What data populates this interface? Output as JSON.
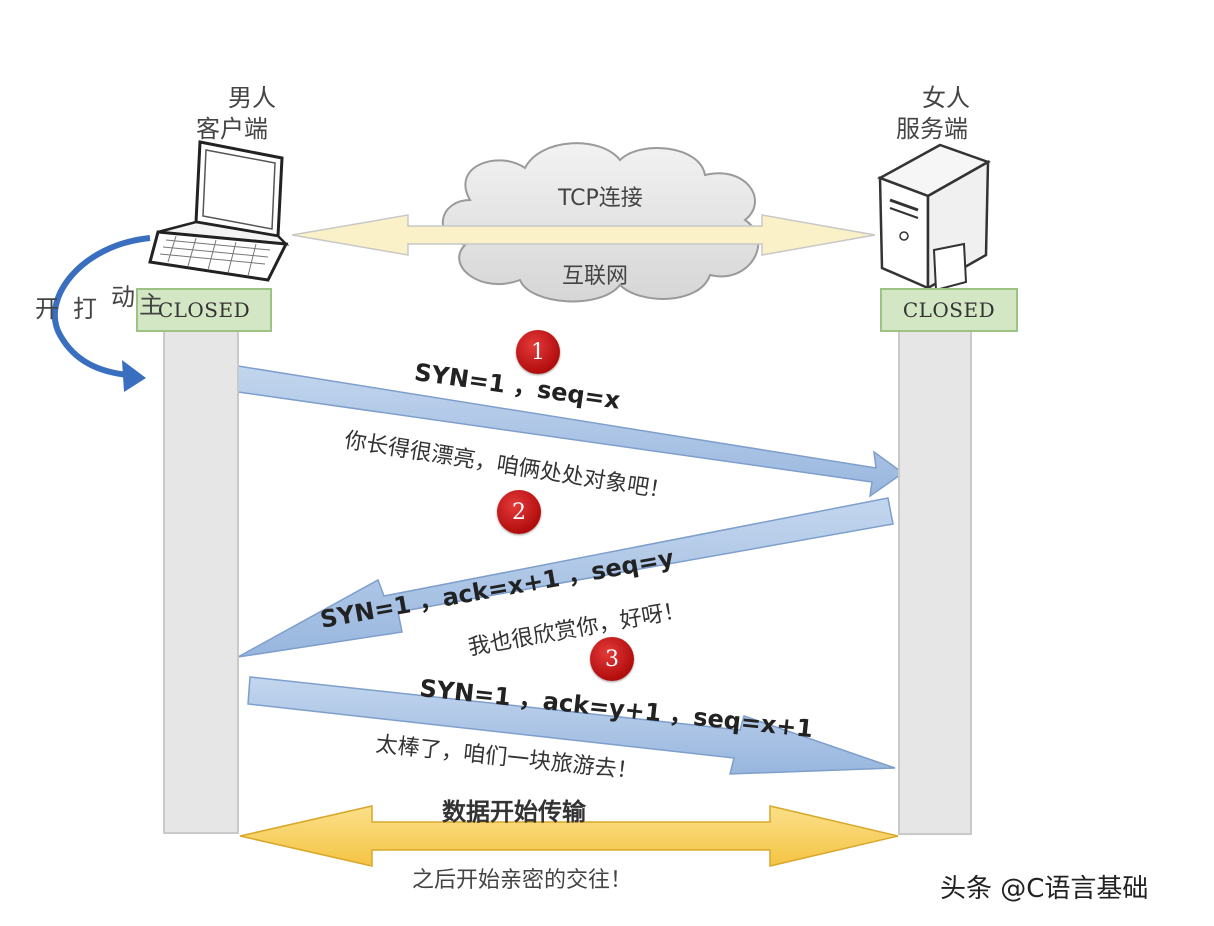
{
  "client": {
    "title_line1": "男人",
    "title_line2": "客户端",
    "state": "CLOSED",
    "active_open": [
      "主",
      "动",
      "打",
      "开"
    ]
  },
  "server": {
    "title_line1": "女人",
    "title_line2": "服务端",
    "state": "CLOSED"
  },
  "connection": {
    "top_label": "TCP连接",
    "bottom_label": "互联网"
  },
  "steps": [
    {
      "number": "1",
      "message": "SYN=1 ，seq=x",
      "caption": "你长得很漂亮，咱俩处处对象吧！"
    },
    {
      "number": "2",
      "message": "SYN=1 ，ack=x+1 ，seq=y",
      "caption": "我也很欣赏你，好呀！"
    },
    {
      "number": "3",
      "message": "SYN=1 ，ack=y+1 ，seq=x+1",
      "caption": "太棒了，咱们一块旅游去！"
    }
  ],
  "data_transfer": {
    "title": "数据开始传输",
    "caption": "之后开始亲密的交往！"
  },
  "watermark": "头条 @C语言基础",
  "colors": {
    "state_fill": "#d4e7c4",
    "arrow_blue": "#a9c4e6",
    "arrow_yellow": "#f7cf5a",
    "badge_red": "#c21616",
    "curved_arrow": "#3a6fbf"
  }
}
